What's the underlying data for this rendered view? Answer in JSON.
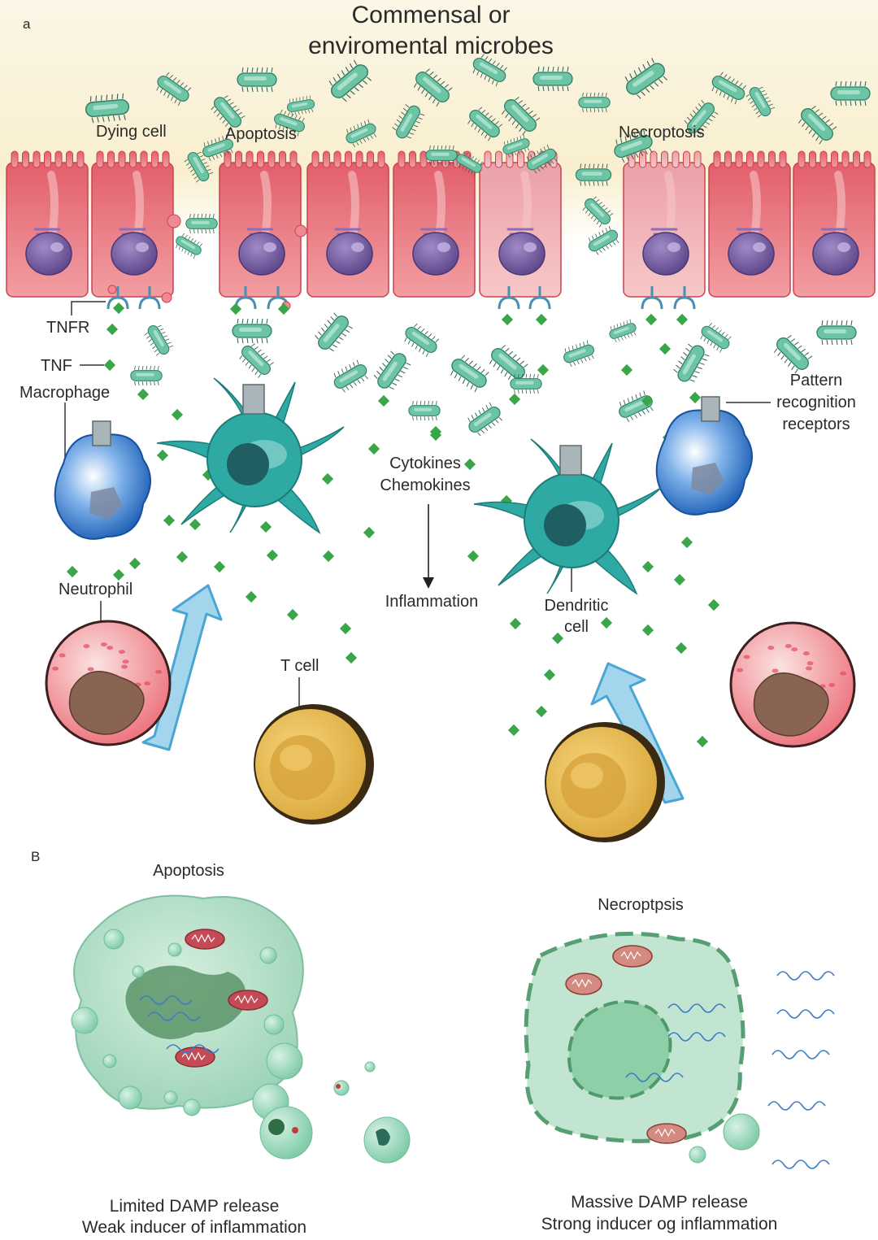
{
  "panel_a": {
    "letter": "a",
    "title_line1": "Commensal or",
    "title_line2": "enviromental microbes",
    "labels": {
      "dying_cell": "Dying cell",
      "apoptosis": "Apoptosis",
      "necroptosis": "Necroptosis",
      "tnfr": "TNFR",
      "tnf": "TNF",
      "macrophage": "Macrophage",
      "prr_line1": "Pattern",
      "prr_line2": "recognition",
      "prr_line3": "receptors",
      "cytokines": "Cytokines",
      "chemokines": "Chemokines",
      "inflammation": "Inflammation",
      "neutrophil": "Neutrophil",
      "dendritic_line1": "Dendritic",
      "dendritic_line2": "cell",
      "t_cell": "T cell"
    }
  },
  "panel_b": {
    "letter": "B",
    "apoptosis": "Apoptosis",
    "necroptosis": "Necroptpsis",
    "apoptosis_caption1": "Limited DAMP release",
    "apoptosis_caption2": "Weak inducer of inflammation",
    "necroptosis_caption1": "Massive DAMP release",
    "necroptosis_caption2": "Strong inducer og inflammation"
  },
  "colors": {
    "epithelium": "#e06a72",
    "bacteria": "#6cc4a4",
    "macrophage": "#2f6fc4",
    "dendritic": "#2fa9a3",
    "neutrophil": "#e86b78",
    "t_cell": "#e2b64a",
    "cytokine": "#3aa64a",
    "arrow": "#9fd5ea"
  }
}
